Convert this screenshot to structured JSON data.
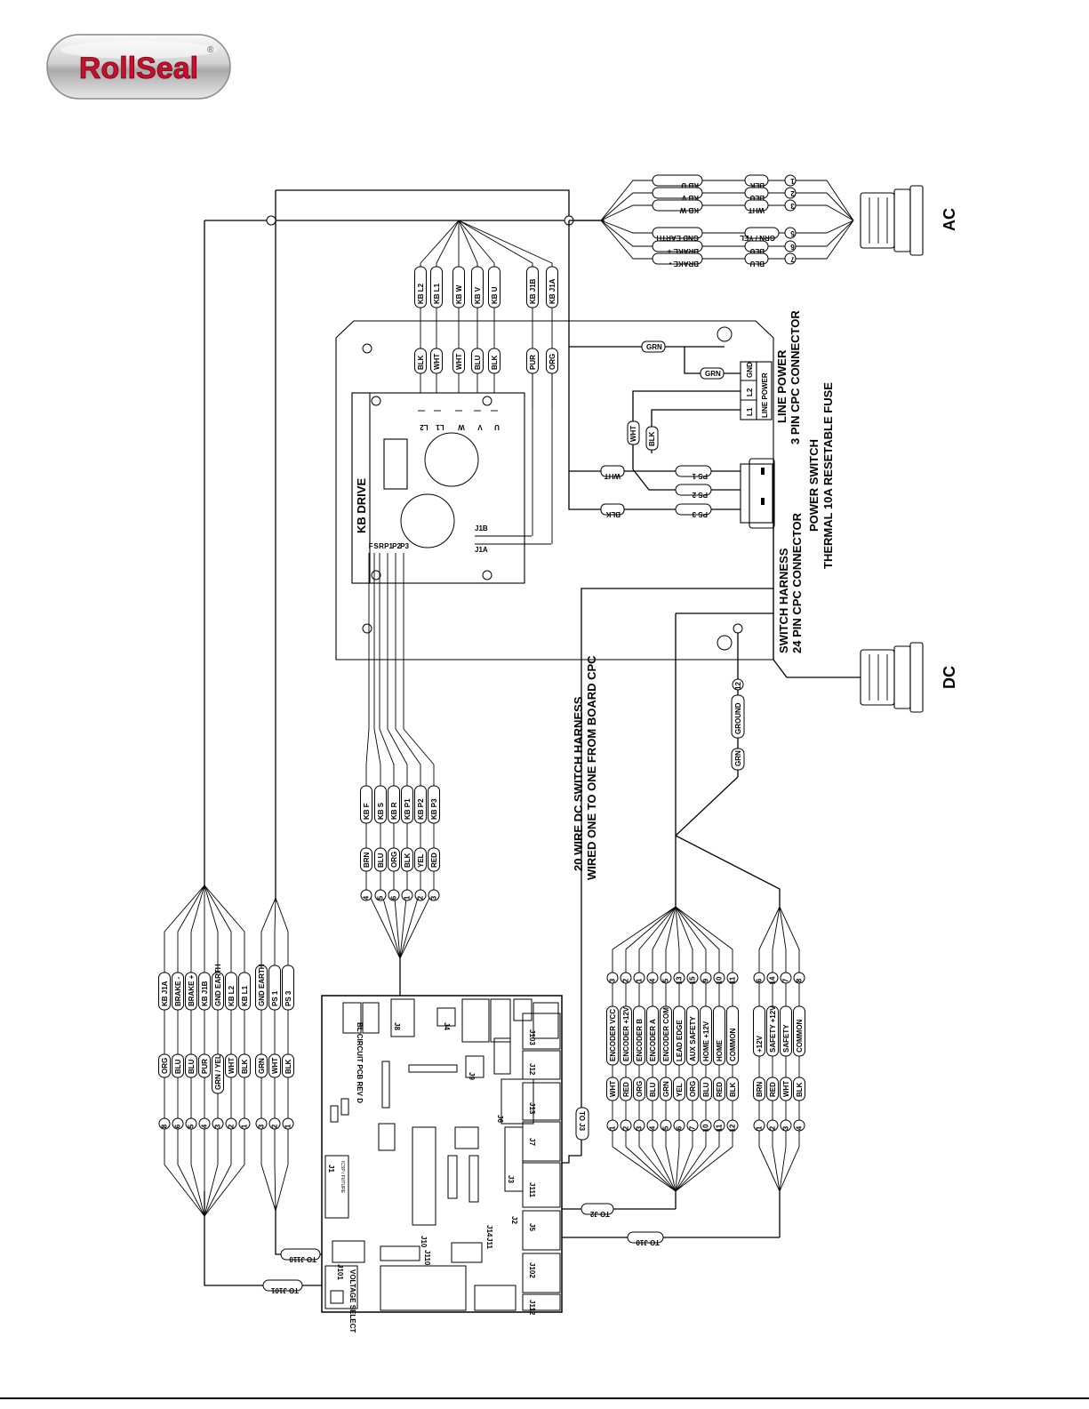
{
  "brand": {
    "name": "RollSeal",
    "registered": "®",
    "colors": {
      "red": "#c8102e",
      "silver": "#d9d9d9"
    }
  },
  "connectors": {
    "ac": "AC",
    "dc": "DC"
  },
  "kb_drive": {
    "title": "KB DRIVE",
    "terminals_top": [
      "L2",
      "L1",
      "W",
      "V",
      "U"
    ],
    "terminals_bottom": [
      "F",
      "S",
      "R",
      "P1",
      "P2",
      "P3"
    ],
    "jumpers": [
      "J1B",
      "J1A"
    ]
  },
  "ac_harness": [
    {
      "pin": "1",
      "color": "BLK",
      "signal": "KB U"
    },
    {
      "pin": "2",
      "color": "BLU",
      "signal": "KB V"
    },
    {
      "pin": "3",
      "color": "WHT",
      "signal": "KB W"
    },
    {
      "pin": "5",
      "color": "GRN / YEL",
      "signal": "GND EARTH"
    },
    {
      "pin": "6",
      "color": "BLU",
      "signal": "BRAKE +"
    },
    {
      "pin": "7",
      "color": "BLU",
      "signal": "BRAKE -"
    }
  ],
  "drive_top_wires": [
    {
      "signal": "KB L2",
      "color": "BLK"
    },
    {
      "signal": "KB L1",
      "color": "WHT"
    },
    {
      "signal": "KB W",
      "color": "WHT"
    },
    {
      "signal": "KB V",
      "color": "BLU"
    },
    {
      "signal": "KB U",
      "color": "BLK"
    },
    {
      "signal": "KB J1B",
      "color": "PUR"
    },
    {
      "signal": "KB J1A",
      "color": "ORG"
    }
  ],
  "line_power": {
    "terminals": [
      "L1",
      "L2",
      "GND"
    ],
    "caption": "LINE POWER",
    "title1": "LINE POWER",
    "title2": "3 PIN CPC CONNECTOR",
    "wires": [
      "GRN",
      "GRN",
      "WHT",
      "BLK"
    ]
  },
  "power_switch": {
    "title1": "POWER SWITCH",
    "title2": "THERMAL 10A RESETABLE FUSE",
    "pins": [
      {
        "label": "PS 1",
        "color": "WHT"
      },
      {
        "label": "PS 2",
        "color": ""
      },
      {
        "label": "PS 3",
        "color": "BLK"
      }
    ]
  },
  "switch_harness": {
    "title1": "SWITCH HARNESS",
    "title2": "24 PIN CPC CONNECTOR"
  },
  "dc_ground": {
    "signal": "GROUND",
    "pin": "12",
    "color": "GRN"
  },
  "dc_switch_harness": {
    "title1": "20 WIRE DC SWITCH HARNESS",
    "title2": "WIRED ONE TO ONE FROM BOARD CPC"
  },
  "kb_control": [
    {
      "signal": "KB F",
      "color": "BRN",
      "pin": "4"
    },
    {
      "signal": "KB S",
      "color": "BLU",
      "pin": "5"
    },
    {
      "signal": "KB R",
      "color": "ORG",
      "pin": "6"
    },
    {
      "signal": "KB P1",
      "color": "BLK",
      "pin": "1"
    },
    {
      "signal": "KB P2",
      "color": "YEL",
      "pin": "2"
    },
    {
      "signal": "KB P3",
      "color": "RED",
      "pin": "3"
    }
  ],
  "j101_harness": [
    {
      "pin": "8",
      "color": "ORG",
      "signal": "KB J1A"
    },
    {
      "pin": "6",
      "color": "BLU",
      "signal": "BRAKE -"
    },
    {
      "pin": "5",
      "color": "BLU",
      "signal": "BRAKE +"
    },
    {
      "pin": "4",
      "color": "PUR",
      "signal": "KB J1B"
    },
    {
      "pin": "3",
      "color": "GRN / YEL",
      "signal": "GND EARTH"
    },
    {
      "pin": "2",
      "color": "WHT",
      "signal": "KB L2"
    },
    {
      "pin": "1",
      "color": "BLK",
      "signal": "KB L1"
    }
  ],
  "j110_harness": [
    {
      "pin": "3",
      "color": "GRN",
      "signal": "GND EARTH"
    },
    {
      "pin": "2",
      "color": "WHT",
      "signal": "PS 1"
    },
    {
      "pin": "1",
      "color": "BLK",
      "signal": "PS 3"
    }
  ],
  "encoder_harness": [
    {
      "pin": "1",
      "color": "WHT",
      "signal": "ENCODER VCC",
      "dc_pin": "3"
    },
    {
      "pin": "2",
      "color": "RED",
      "signal": "ENCODER +12V",
      "dc_pin": "2"
    },
    {
      "pin": "3",
      "color": "ORG",
      "signal": "ENCODER B",
      "dc_pin": "1"
    },
    {
      "pin": "4",
      "color": "BLU",
      "signal": "ENCODER A",
      "dc_pin": "4"
    },
    {
      "pin": "5",
      "color": "GRN",
      "signal": "ENCODER COM",
      "dc_pin": "5"
    },
    {
      "pin": "6",
      "color": "YEL",
      "signal": "LEAD EDGE",
      "dc_pin": "13"
    },
    {
      "pin": "7",
      "color": "ORG",
      "signal": "AUX SAFETY",
      "dc_pin": "15"
    },
    {
      "pin": "10",
      "color": "BLU",
      "signal": "HOME +12V",
      "dc_pin": "9"
    },
    {
      "pin": "11",
      "color": "RED",
      "signal": "HOME",
      "dc_pin": "10"
    },
    {
      "pin": "12",
      "color": "BLK",
      "signal": "COMMON",
      "dc_pin": "11"
    }
  ],
  "safety_harness": [
    {
      "pin": "1",
      "color": "BRN",
      "signal": "+12V",
      "dc_pin": "6"
    },
    {
      "pin": "2",
      "color": "RED",
      "signal": "SAFETY +12V",
      "dc_pin": "14"
    },
    {
      "pin": "3",
      "color": "WHT",
      "signal": "SAFETY",
      "dc_pin": "7"
    },
    {
      "pin": "4",
      "color": "BLK",
      "signal": "COMMON",
      "dc_pin": "8"
    }
  ],
  "to_labels": {
    "j101": "TO J101",
    "j110": "TO J110",
    "j2": "TO J2",
    "j3": "TO J3",
    "j10": "TO J10"
  },
  "board": {
    "title": "BL CIRCUIT PCB REV D",
    "voltage_select": "VOLTAGE SELECT",
    "refs": [
      "J1",
      "J2",
      "J3",
      "J4",
      "J5",
      "J6",
      "J7",
      "J8",
      "J9",
      "J10",
      "J11",
      "J12",
      "J13",
      "J14",
      "J101",
      "J102",
      "J103",
      "J110",
      "J111",
      "J112"
    ],
    "j1_caption": "ICSP / FUTURE"
  }
}
